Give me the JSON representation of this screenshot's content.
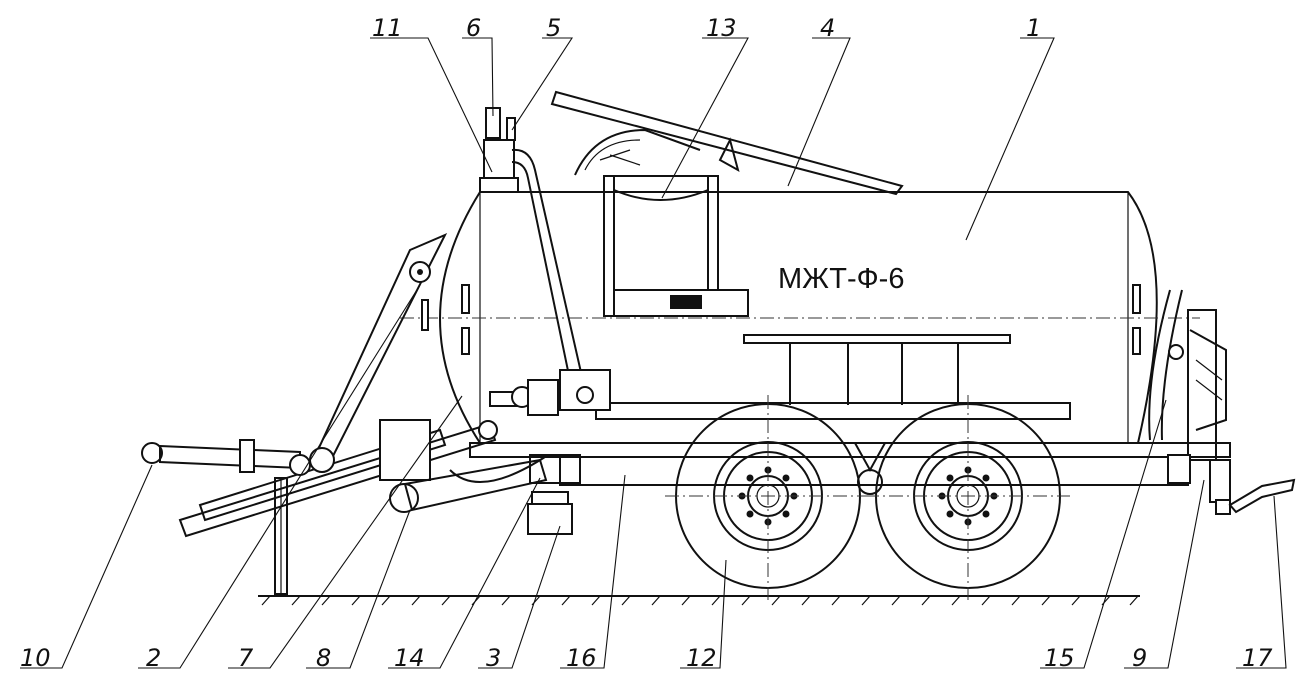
{
  "drawing": {
    "model_label": "МЖТ-Ф-6",
    "callouts": {
      "c1": "1",
      "c2": "2",
      "c3": "3",
      "c4": "4",
      "c5": "5",
      "c6": "6",
      "c7": "7",
      "c8": "8",
      "c9": "9",
      "c10": "10",
      "c11": "11",
      "c12": "12",
      "c13": "13",
      "c14": "14",
      "c15": "15",
      "c16": "16",
      "c17": "17"
    }
  }
}
